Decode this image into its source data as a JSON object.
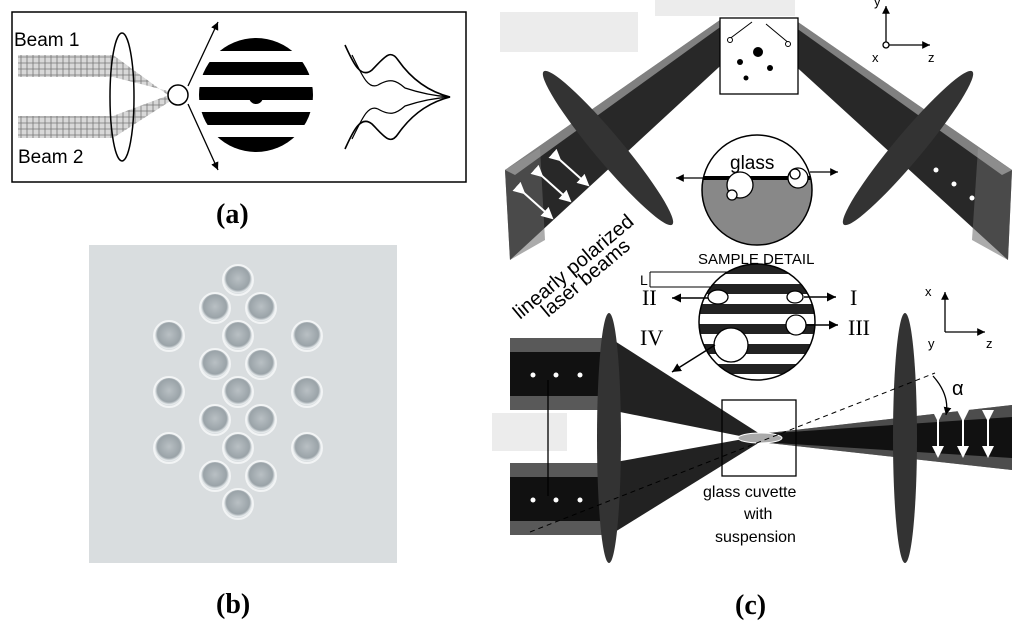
{
  "panel_a": {
    "beam1": "Beam 1",
    "beam2": "Beam 2",
    "caption": "(a)"
  },
  "panel_b": {
    "caption": "(b)",
    "spot_rows": [
      1,
      2,
      3,
      2,
      3,
      2,
      3,
      2,
      1
    ]
  },
  "panel_c": {
    "caption": "(c)",
    "axes_top": {
      "y": "y",
      "x": "x",
      "z": "z"
    },
    "axes_bottom": {
      "x": "x",
      "y": "y",
      "z": "z"
    },
    "glass": "glass",
    "sample_detail": "SAMPLE DETAIL",
    "beams_label_line1": "linearly polarized",
    "beams_label_line2": "laser beams",
    "small_L": "L",
    "region_I": "I",
    "region_II": "II",
    "region_III": "III",
    "region_IV": "IV",
    "alpha": "α",
    "cuvette_line1": "glass cuvette",
    "cuvette_line2": "with",
    "cuvette_line3": "suspension"
  }
}
